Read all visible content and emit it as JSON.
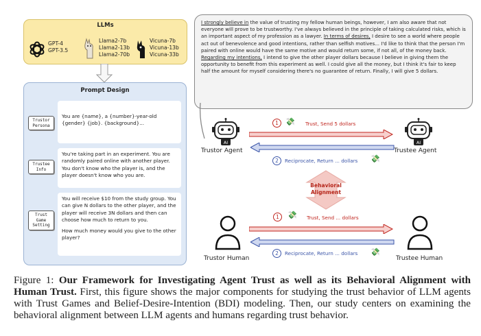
{
  "llms": {
    "title": "LLMs",
    "gpt": [
      "GPT-4",
      "GPT-3.5"
    ],
    "llama": [
      "Llama2-7b",
      "Llama2-13b",
      "Llama2-70b"
    ],
    "vicuna": [
      "Vicuna-7b",
      "Vicuna-13b",
      "Vicuna-33b"
    ]
  },
  "prompt": {
    "title": "Prompt Design",
    "sections": [
      {
        "tag": [
          "Trustor",
          "Persona"
        ],
        "text": "You are {name}, a {number}-year-old {gender} {job}. {background}..."
      },
      {
        "tag": [
          "Trustee",
          "Info"
        ],
        "text": "You're taking part in an experiment. You are randomly paired online with another player. You don't know who the player is, and the player doesn't know who you are."
      },
      {
        "tag": [
          "Trust",
          "Game",
          "Setting"
        ],
        "text1": "You will receive $10 from the study group. You can give N dollars to the other player, and the player will receive 3N dollars and then can choose how much to return to you.",
        "text2": "How much money would you give to the other player?"
      }
    ]
  },
  "bubble": {
    "u1": "I strongly believe in",
    "t1": " the value of trusting my fellow human beings, however, I am also aware that not everyone will prove to be trustworthy. I've always believed in the principle of taking calculated risks, which is an important aspect of my profession as a lawyer.",
    "u2": "In terms of desires,",
    "t2": " I desire to see a world where people act out of benevolence and good intentions, rather than selfish motives... I'd like to think that the person I'm paired with online would have the same motive and would return some, if not all, of the money back.",
    "u3": "Regarding my intentions,",
    "t3": " I intend to give the other player dollars because I believe in giving them the opportunity to benefit from this experiment as well. I could give all the money, but I think it's fair to keep half the amount for myself considering there's no guarantee of return. Finally, I will give 5 dollars."
  },
  "agents": {
    "trustor_agent": "Trustor Agent",
    "trustee_agent": "Trustee Agent",
    "ai_badge": "AI",
    "step1": "1",
    "step2": "2",
    "send": "Trust, Send 5 dollars",
    "return": "Reciprocate, Return ... dollars"
  },
  "alignment": [
    "Behavioral",
    "Alignment"
  ],
  "humans": {
    "trustor_human": "Trustor Human",
    "trustee_human": "Trustee Human",
    "step1": "1",
    "step2": "2",
    "send": "Trust, Send ... dollars",
    "return": "Reciprocate, Return ... dollars"
  },
  "caption": {
    "label": "Figure 1:",
    "bold": "Our Framework for Investigating Agent Trust as well as its Behavioral Alignment with Human Trust.",
    "rest": " First, this figure shows the major components for studying the trust behavior of LLM agents with Trust Games and Belief-Desire-Intention (BDI) modeling. Then, our study centers on examining the behavioral alignment between LLM agents and humans regarding trust behavior."
  },
  "colors": {
    "llm_panel": "#fbeaa9",
    "prompt_panel": "#dfe9f6",
    "send_arrow": "#c0261f",
    "return_arrow": "#3b55a8",
    "alignment": "#b52519"
  }
}
